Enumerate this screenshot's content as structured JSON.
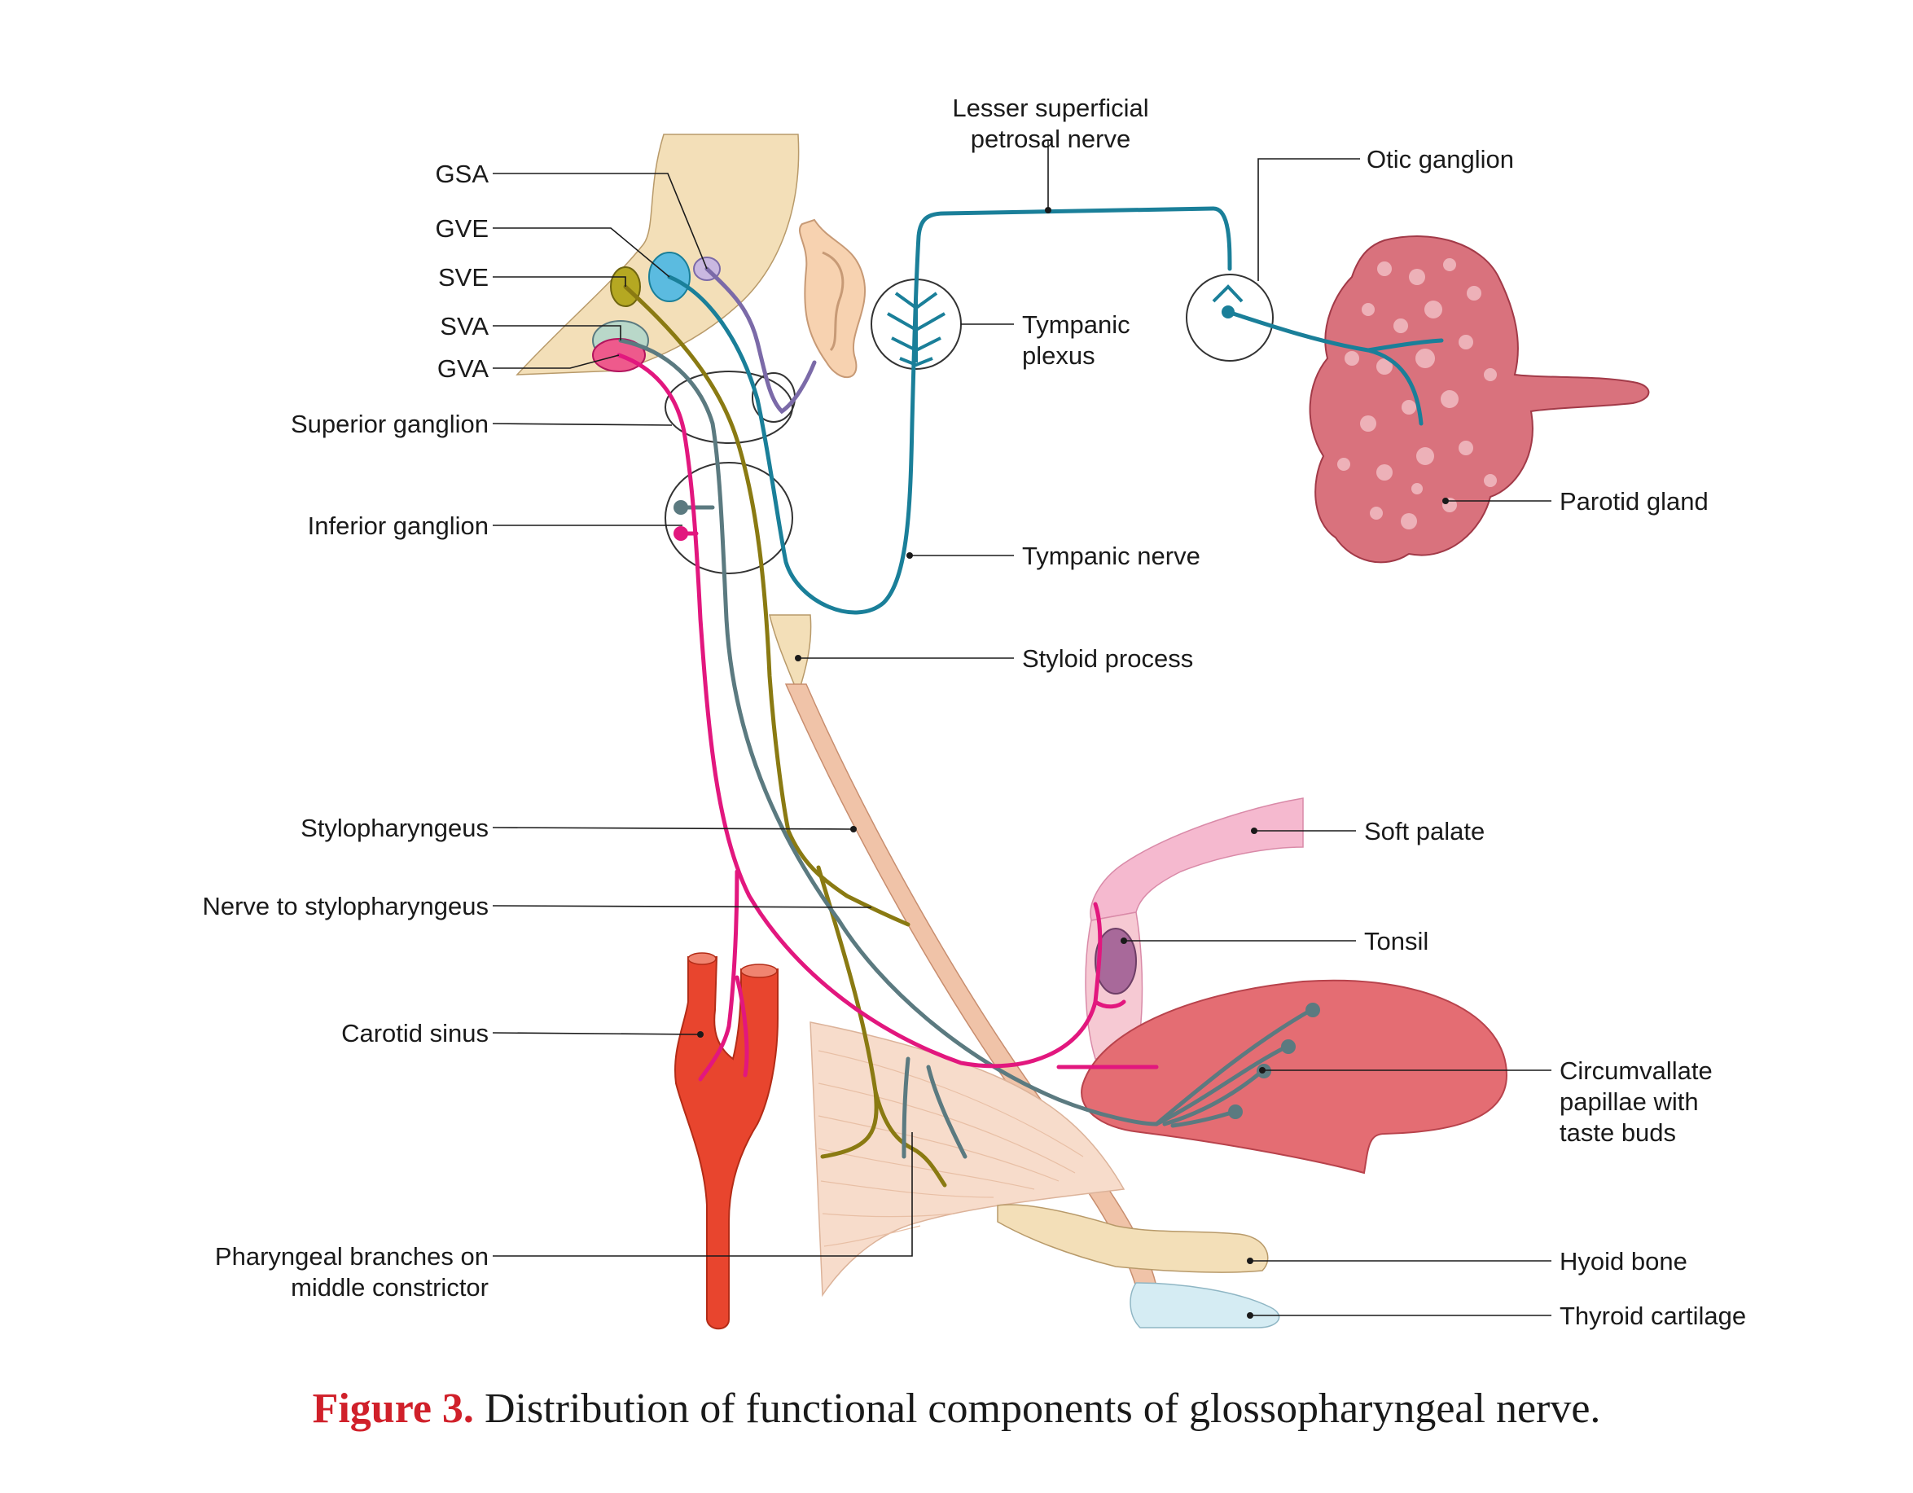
{
  "labels": {
    "gsa": "GSA",
    "gve": "GVE",
    "sve": "SVE",
    "sva": "SVA",
    "gva": "GVA",
    "superior_ganglion": "Superior ganglion",
    "inferior_ganglion": "Inferior ganglion",
    "stylopharyngeus": "Stylopharyngeus",
    "nerve_to_stylopharyngeus": "Nerve to stylopharyngeus",
    "carotid_sinus": "Carotid sinus",
    "pharyngeal_branches_1": "Pharyngeal branches on",
    "pharyngeal_branches_2": "middle constrictor",
    "lesser_petrosal_1": "Lesser superficial",
    "lesser_petrosal_2": "petrosal nerve",
    "otic_ganglion": "Otic ganglion",
    "tympanic_plexus_1": "Tympanic",
    "tympanic_plexus_2": "plexus",
    "parotid_gland": "Parotid gland",
    "tympanic_nerve": "Tympanic nerve",
    "styloid_process": "Styloid process",
    "soft_palate": "Soft palate",
    "tonsil": "Tonsil",
    "circumvallate_1": "Circumvallate",
    "circumvallate_2": "papillae with",
    "circumvallate_3": "taste buds",
    "hyoid_bone": "Hyoid bone",
    "thyroid_cartilage": "Thyroid cartilage"
  },
  "caption": {
    "figure_number": "Figure 3.",
    "text": " Distribution of functional components of glossopharyngeal nerve."
  },
  "colors": {
    "gsa_nerve": "#7b6aa8",
    "gve_nerve": "#1a7f99",
    "sve_nerve": "#8a7a12",
    "sva_nerve": "#5b7a80",
    "gva_nerve": "#e2177e",
    "brainstem": "#f3dfb8",
    "parotid": "#d9727d",
    "tongue": "#e46d73",
    "artery": "#e8452e",
    "caption_number": "#d0202a"
  }
}
